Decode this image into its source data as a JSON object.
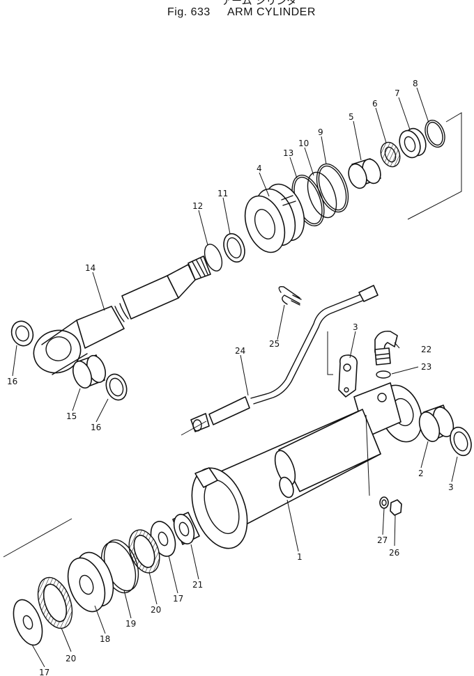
{
  "title": {
    "japanese": "アーム シリンダ",
    "fig_label": "Fig. 633",
    "name": "ARM CYLINDER"
  },
  "parts": {
    "1": "1",
    "2": "2",
    "3a": "3",
    "3b": "3",
    "4": "4",
    "5": "5",
    "6": "6",
    "7": "7",
    "8": "8",
    "9": "9",
    "10": "10",
    "11": "11",
    "12": "12",
    "13": "13",
    "14": "14",
    "15": "15",
    "16a": "16",
    "16b": "16",
    "17a": "17",
    "17b": "17",
    "18": "18",
    "19": "19",
    "20a": "20",
    "20b": "20",
    "21": "21",
    "22": "22",
    "23": "23",
    "24": "24",
    "25": "25",
    "26": "26",
    "27": "27"
  }
}
